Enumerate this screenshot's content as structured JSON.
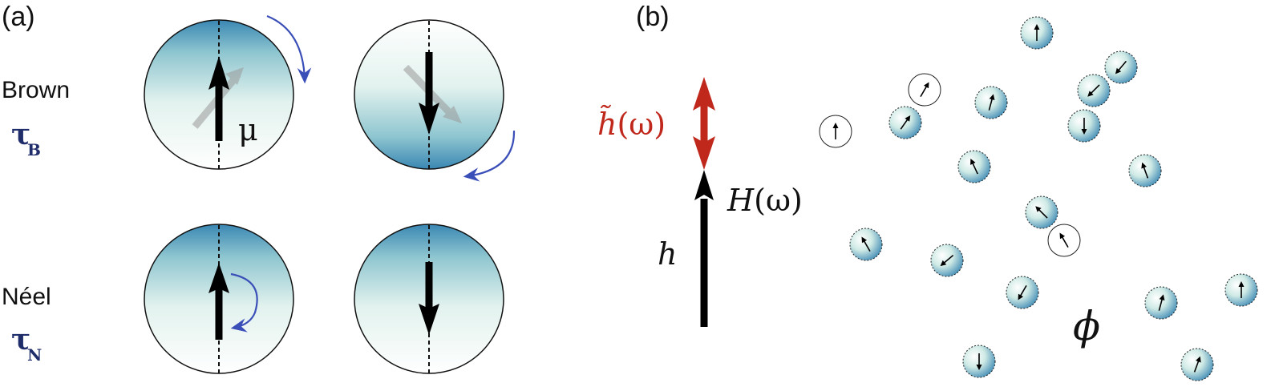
{
  "panel_a": {
    "label": "(a)",
    "brown": {
      "name": "Brown",
      "tau": "τ",
      "tau_sub": "B"
    },
    "neel": {
      "name": "Néel",
      "tau": "τ",
      "tau_sub": "N"
    },
    "moment_symbol": "μ"
  },
  "panel_b": {
    "label": "(b)",
    "h_tilde": "h̃",
    "omega_red": "(ω)",
    "H": "H",
    "omega_black": "(ω)",
    "h": "h",
    "phi": "ϕ"
  },
  "colors": {
    "blue_dark": "#3a87b3",
    "teal_light": "#e6f4f1",
    "curl_arrow": "#3b4fb8",
    "field_red": "#c0281c"
  }
}
